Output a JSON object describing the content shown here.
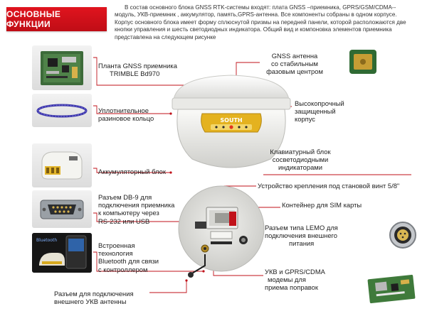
{
  "header": {
    "badge": "ОСНОВНЫЕ ФУНКЦИИ",
    "intro": "В состав основного блока GNSS RTK-системы входят: плата GNSS –приемника, GPRS/GSM/CDMA--модуль, УКВ-приемник , аккумулятор, память,GPRS-антенна. Все компоненты собраны в одном корпусе. Корпус основного блока имеет форму сплюснутой призмы на передней панели, которой расположаются две кнопки управления и шесть светодиодных индикатора. Общий вид и компоновка элементов приемника представлена на следующем рисунке"
  },
  "device": {
    "brand": "SOUTH"
  },
  "left_labels": {
    "gnss_board": [
      "Планта GNSS приемника",
      "TRIMBLE Bd970"
    ],
    "rubber_ring": [
      "Уплотнительное",
      "разиновое кольцо"
    ],
    "battery": [
      "Аккумуляторный блок"
    ],
    "db9": [
      "Разъем DB-9  для",
      "подключения приемника",
      "к компьютеру через",
      "RS-232  или USB"
    ],
    "bluetooth": [
      "Встроенная",
      "технология",
      "Bluetooth для связи",
      "с контроллером"
    ],
    "uhf": [
      "Разъем для подключения",
      "внешнего УКВ антенны"
    ]
  },
  "right_labels": {
    "antenna": [
      "GNSS  антенна",
      "со стабильным",
      "фазовым центром"
    ],
    "housing": [
      "Высокопрочный",
      "защищенный",
      "корпус"
    ],
    "keypad": [
      "Клавиатурный блок",
      "сосветодиодными",
      "индикаторами"
    ],
    "mount": [
      "Устройство крепления под становой винт 5/8\""
    ],
    "sim": [
      "Контейнер для SIM карты"
    ],
    "lemo": [
      "Разъем типа LEMO для",
      "подключения внешнего",
      "питания"
    ],
    "modem": [
      "УКВ и GPRS/CDMA",
      "модемы для",
      "приема поправок"
    ]
  },
  "colors": {
    "accent": "#d1121b",
    "gold": "#e4b21f",
    "leader": "#c0121a"
  }
}
